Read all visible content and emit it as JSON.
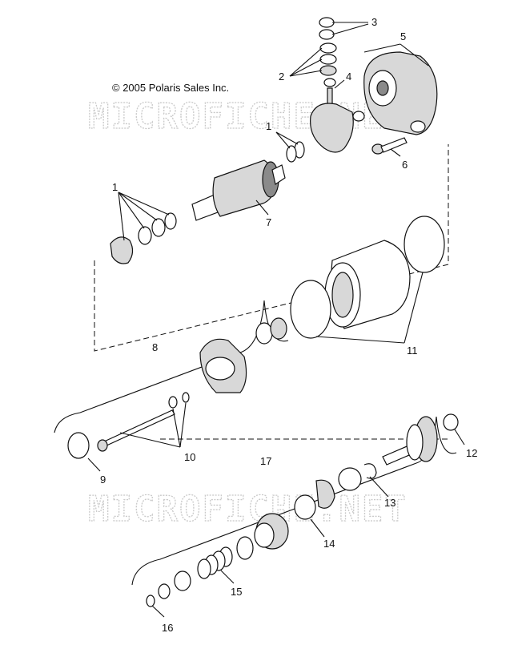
{
  "copyright": "© 2005 Polaris Sales Inc.",
  "watermark": "MICROFICHE.NET",
  "callouts": [
    "1",
    "1",
    "2",
    "3",
    "4",
    "5",
    "6",
    "7",
    "8",
    "9",
    "10",
    "11",
    "12",
    "13",
    "14",
    "15",
    "16",
    "17"
  ]
}
